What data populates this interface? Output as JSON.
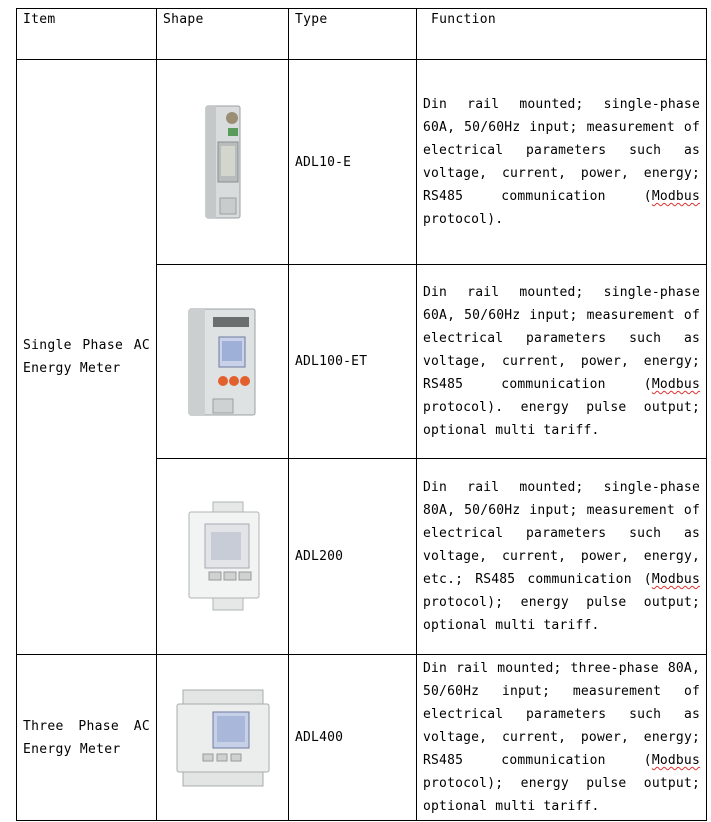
{
  "headers": {
    "item": "Item",
    "shape": "Shape",
    "type": "Type",
    "function": "Function"
  },
  "groups": [
    {
      "item": "Single Phase AC Energy Meter"
    },
    {
      "item": "Three Phase AC Energy Meter"
    }
  ],
  "rows": [
    {
      "type": "ADL10-E",
      "image": "din-rail-meter-1-module-icon",
      "function_pre": "Din rail mounted; single-phase 60A, 50/60Hz input; measurement of electrical parameters such as voltage, current, power, energy; RS485 communication (",
      "modbus": "Modbus",
      "function_post": " protocol)."
    },
    {
      "type": "ADL100-ET",
      "image": "din-rail-meter-2-module-buttons-icon",
      "function_pre": "Din rail mounted; single-phase 60A, 50/60Hz input; measurement of electrical parameters such as voltage, current, power, energy; RS485 communication (",
      "modbus": "Modbus",
      "function_post": " protocol). energy pulse output; optional multi tariff."
    },
    {
      "type": "ADL200",
      "image": "din-rail-meter-white-icon",
      "function_pre": "Din rail mounted; single-phase 80A, 50/60Hz input; measurement of electrical parameters such as voltage, current, power, energy, etc.; RS485 communication (",
      "modbus": "Modbus",
      "function_post": " protocol); energy pulse output; optional multi tariff."
    },
    {
      "type": "ADL400",
      "image": "din-rail-meter-three-phase-icon",
      "function_pre": "Din rail mounted; three-phase 80A, 50/60Hz input; measurement of electrical parameters such as voltage, current, power, energy; RS485 communication (",
      "modbus": "Modbus",
      "function_post": " protocol); energy pulse output; optional multi tariff."
    }
  ]
}
